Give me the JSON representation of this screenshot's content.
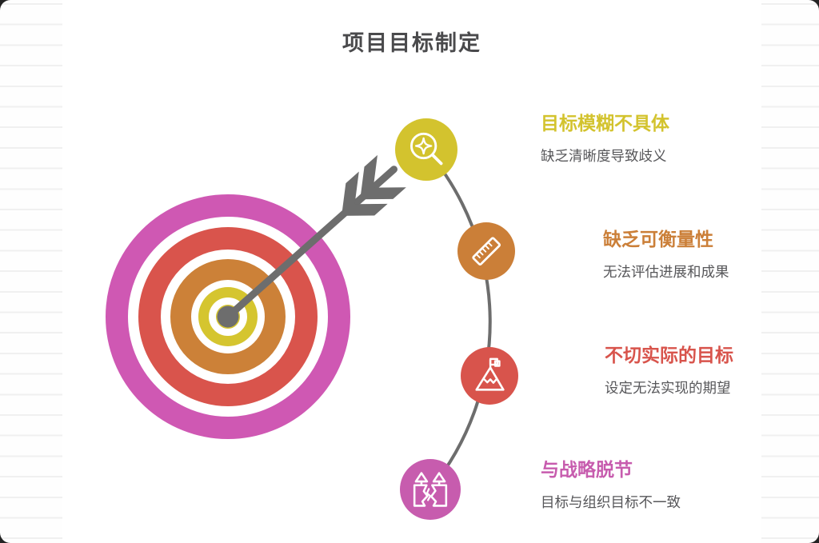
{
  "page": {
    "title": "项目目标制定"
  },
  "text_colors": {
    "heading": "#4a4a4c",
    "subtitle": "#57575a"
  },
  "graphic": {
    "name": "bullseye-target-with-arrow",
    "ring_colors": {
      "outer_pink": "#cf58b3",
      "red": "#d9544c",
      "orange": "#cc8138",
      "yellow": "#d5c52f"
    },
    "arrow_color": "#6d6d6d",
    "connector_color": "#6d6d6d"
  },
  "items": [
    {
      "icon": "magnifier-sparkle-icon",
      "color": "#d3c32e",
      "title": "目标模糊不具体",
      "subtitle": "缺乏清晰度导致歧义"
    },
    {
      "icon": "ruler-icon",
      "color": "#cb7f38",
      "title": "缺乏可衡量性",
      "subtitle": "无法评估进展和成果"
    },
    {
      "icon": "mountain-flag-icon",
      "color": "#d8544c",
      "title": "不切实际的目标",
      "subtitle": "设定无法实现的期望"
    },
    {
      "icon": "broken-arrows-icon",
      "color": "#c75cae",
      "title": "与战略脱节",
      "subtitle": "目标与组织目标不一致"
    }
  ]
}
